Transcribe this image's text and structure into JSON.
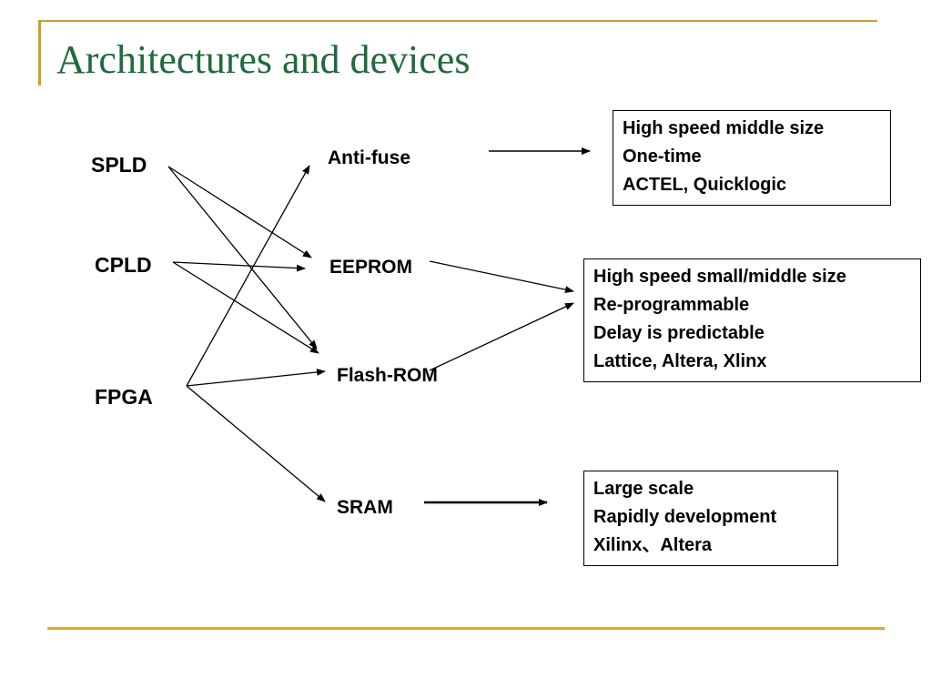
{
  "slide": {
    "title": "Architectures and devices"
  },
  "devices": {
    "spld": "SPLD",
    "cpld": "CPLD",
    "fpga": "FPGA"
  },
  "technologies": {
    "antifuse": "Anti-fuse",
    "eeprom": "EEPROM",
    "flash": "Flash-ROM",
    "sram": "SRAM"
  },
  "boxes": {
    "antifuse": {
      "line1": "High speed middle size",
      "line2": "One-time",
      "line3": "ACTEL, Quicklogic"
    },
    "eeprom_flash": {
      "line1": "High speed small/middle size",
      "line2": "Re-programmable",
      "line3": "Delay is predictable",
      "line4": "Lattice, Altera, Xlinx"
    },
    "sram": {
      "line1": "Large scale",
      "line2": "Rapidly development",
      "line3": "Xilinx、Altera"
    }
  },
  "colors": {
    "title": "#1f6b3a",
    "accent_rule": "#c8a028"
  }
}
